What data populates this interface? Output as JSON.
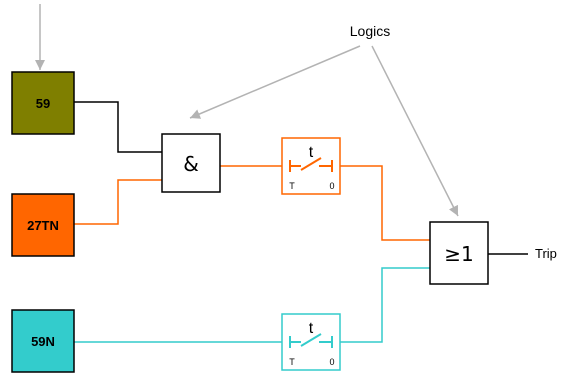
{
  "annotation": {
    "label": "Logics"
  },
  "relays": {
    "r59": {
      "label": "59",
      "color": "#7f7f00"
    },
    "r27tn": {
      "label": "27TN",
      "color": "#ff6600"
    },
    "r59n": {
      "label": "59N",
      "color": "#33cccc"
    }
  },
  "gates": {
    "and_gate": {
      "symbol": "&"
    },
    "or_gate": {
      "symbol": "≥1"
    }
  },
  "timers": {
    "timer_top": {
      "t": "t",
      "left": "T",
      "right": "0",
      "color": "#ff6600"
    },
    "timer_bottom": {
      "t": "t",
      "left": "T",
      "right": "0",
      "color": "#33cccc"
    }
  },
  "output": {
    "label": "Trip"
  },
  "colors": {
    "wire_black": "#000000",
    "wire_orange": "#ff6600",
    "wire_cyan": "#33cccc",
    "arrow_gray": "#b3b3b3"
  }
}
